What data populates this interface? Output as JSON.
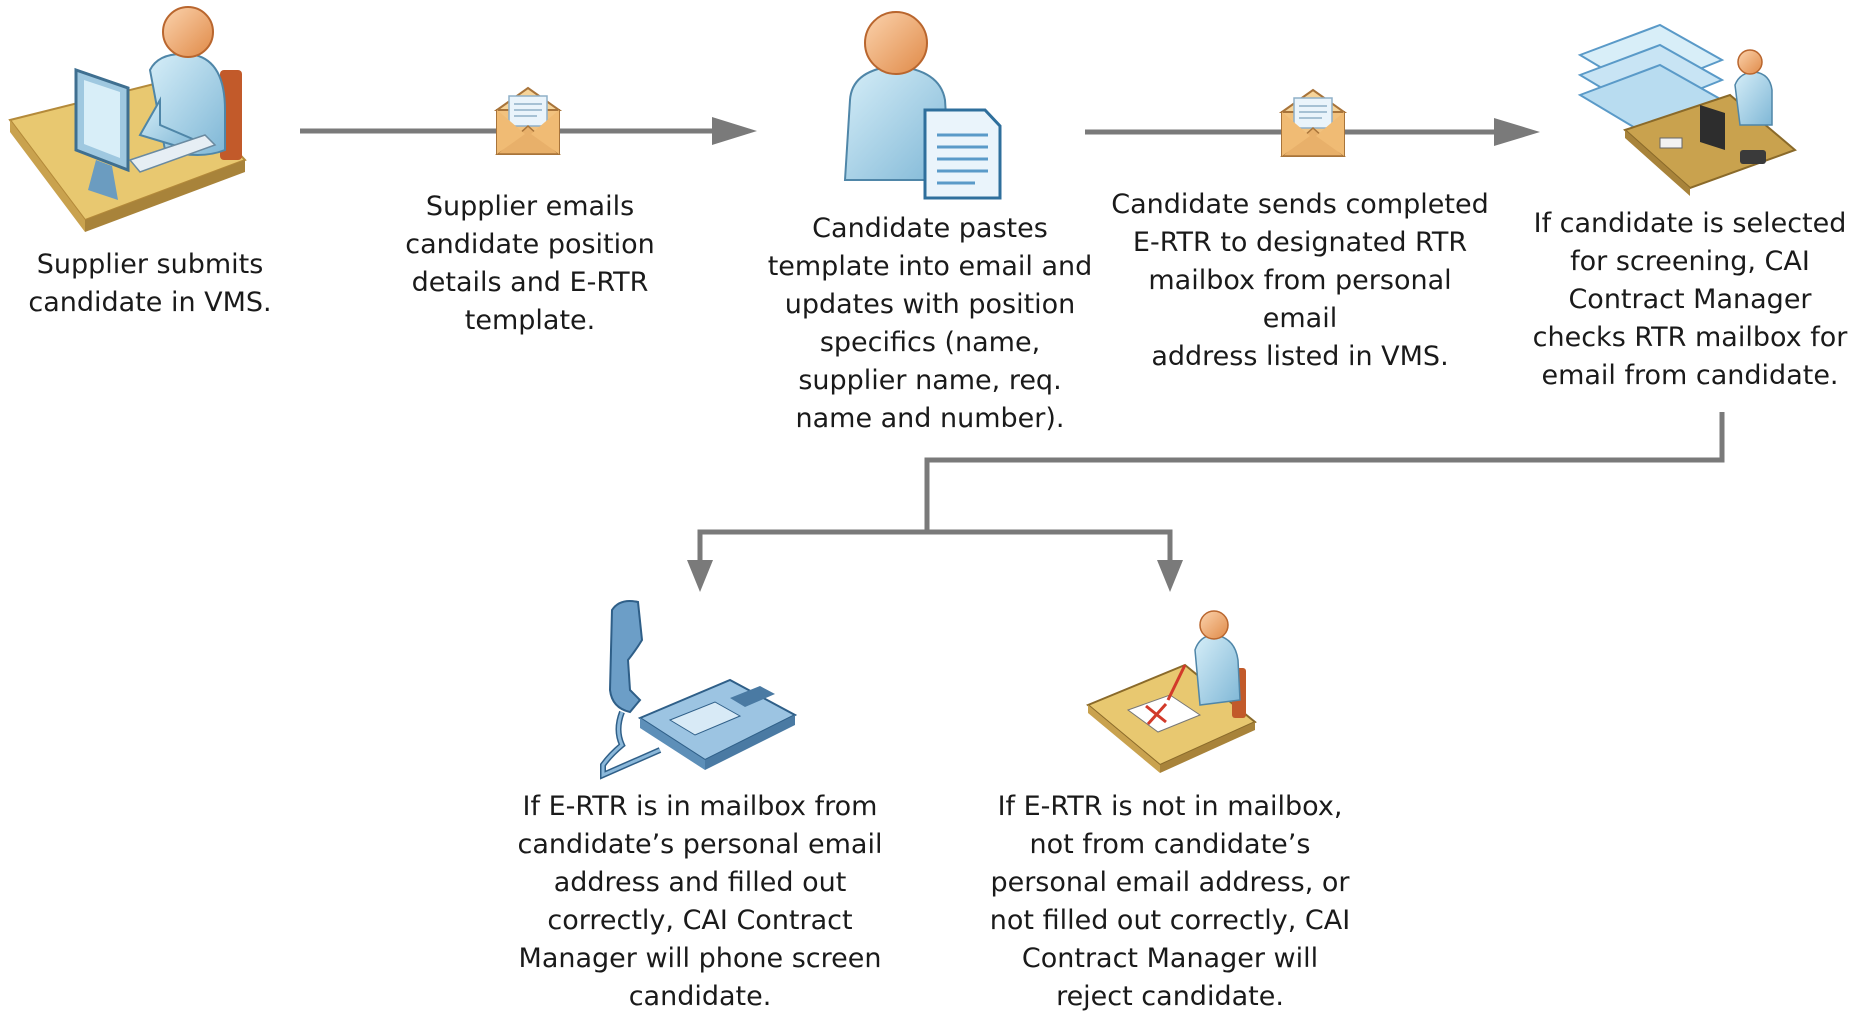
{
  "steps": {
    "submit": "Supplier submits\ncandidate in VMS.",
    "email_supplier": "Supplier emails\ncandidate position\ndetails and E-RTR\ntemplate.",
    "paste": "Candidate pastes\ntemplate into email and\nupdates with position\nspecifics (name,\nsupplier name, req.\nname and number).",
    "send": "Candidate sends completed\nE-RTR to designated RTR\nmailbox from personal email\naddress listed in VMS.",
    "check": "If candidate is selected\nfor screening, CAI\nContract Manager\nchecks RTR mailbox for\nemail from candidate.",
    "phone_screen": "If E-RTR is in mailbox from\ncandidate’s personal email\naddress and filled out\ncorrectly, CAI Contract\nManager will phone screen\ncandidate.",
    "reject": "If E-RTR is not in mailbox,\nnot from candidate’s\npersonal email address, or\nnot filled out correctly, CAI\nContract Manager will\nreject candidate."
  },
  "icons": {
    "submit": "person-at-computer-desk-icon",
    "email_supplier": "envelope-icon",
    "paste": "person-with-document-icon",
    "send": "envelope-icon",
    "check": "person-at-desk-with-papers-icon",
    "phone_screen": "telephone-icon",
    "reject": "person-marking-rejection-icon"
  },
  "colors": {
    "connector": "#7a7a7a",
    "skin": "#f2b27a",
    "body": "#a9d3e8",
    "desk": "#e8c870",
    "envelope": "#f2c27e",
    "phone": "#6c9ec7"
  }
}
